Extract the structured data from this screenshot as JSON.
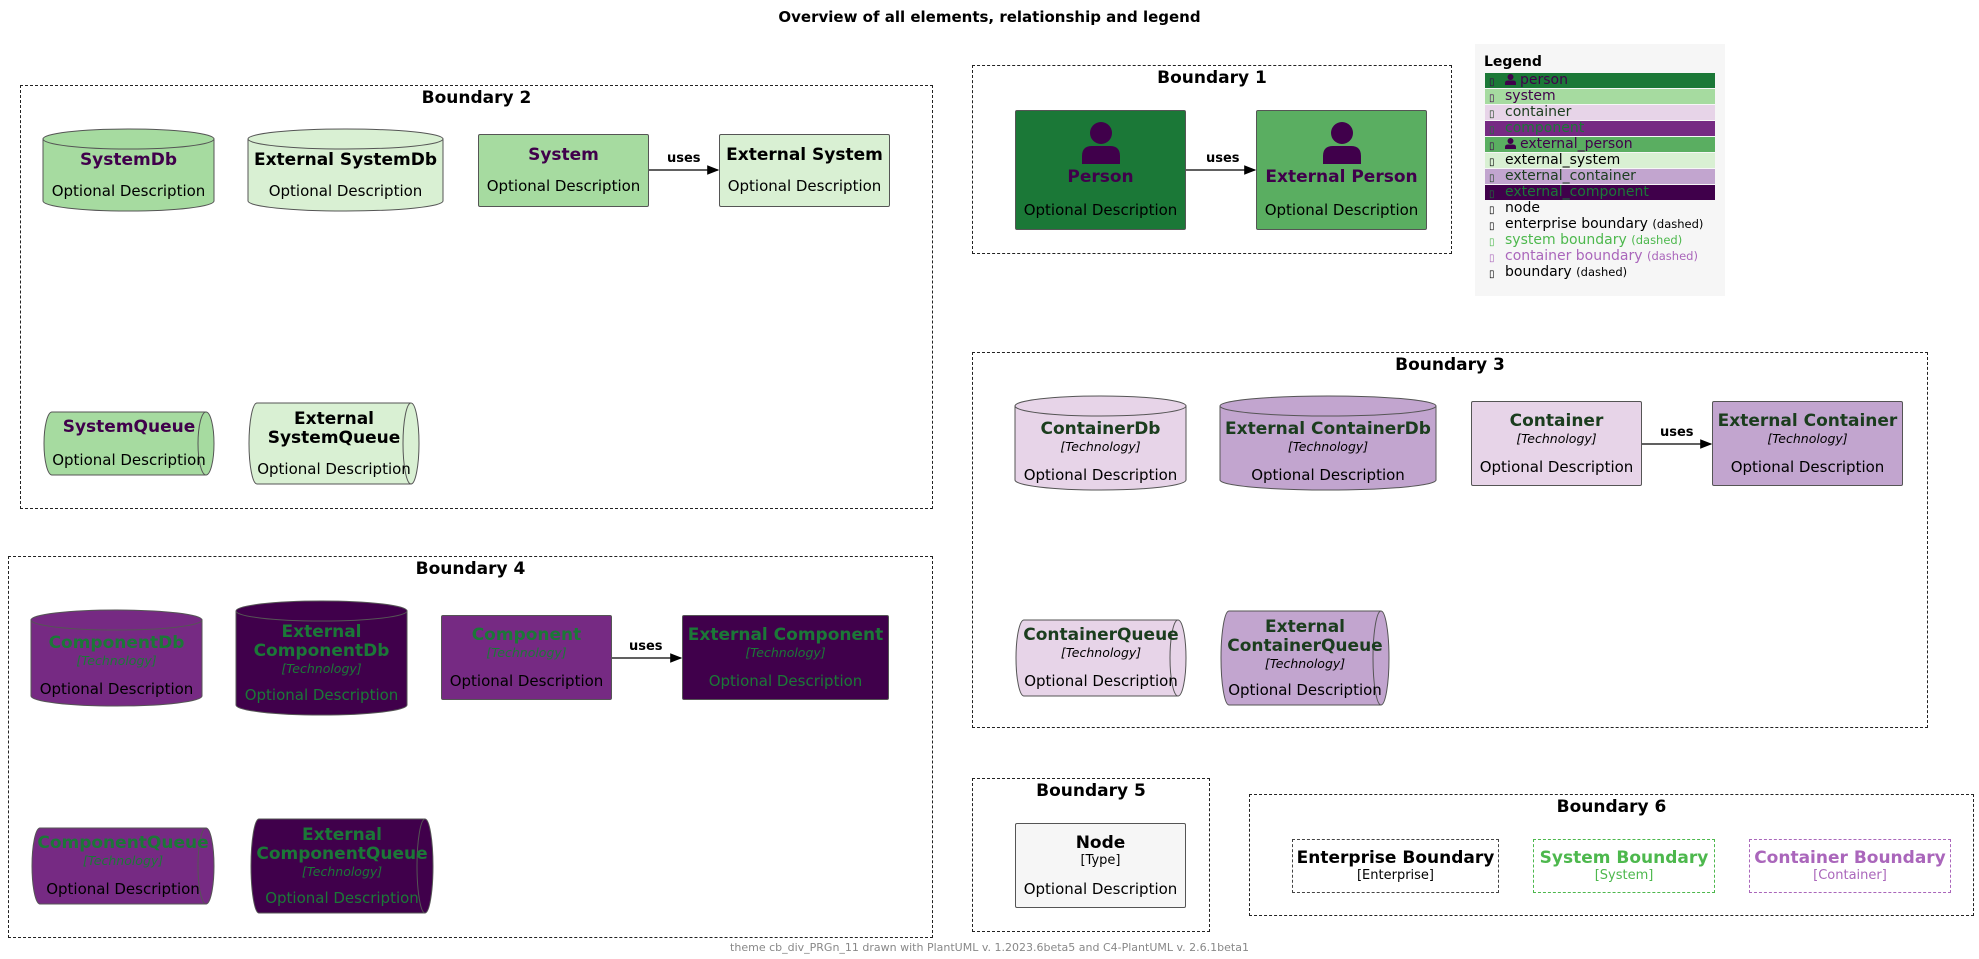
{
  "title": "Overview of all elements, relationship and legend",
  "footer": "theme cb_div_PRGn_11 drawn with PlantUML v. 1.2023.6beta5 and C4-PlantUML v. 2.6.1beta1",
  "colors": {
    "person": "#1b7837",
    "external_person": "#5aae61",
    "system": "#a6dba0",
    "external_system": "#d9f0d3",
    "container": "#e7d4e8",
    "external_container": "#c2a5cf",
    "component": "#762a83",
    "external_component": "#40004b",
    "dark_text": "#40004b",
    "green_text": "#1b7837",
    "system_boundary": "#4db84d",
    "container_boundary": "#aa66bb"
  },
  "relation_label": "uses",
  "boundaries": {
    "b1": "Boundary 1",
    "b2": "Boundary 2",
    "b3": "Boundary 3",
    "b4": "Boundary 4",
    "b5": "Boundary 5",
    "b6": "Boundary 6"
  },
  "elements": {
    "person": {
      "name": "Person",
      "description": "Optional Description"
    },
    "external_person": {
      "name": "External Person",
      "description": "Optional Description"
    },
    "system_db": {
      "name": "SystemDb",
      "description": "Optional Description"
    },
    "external_system_db": {
      "name": "External SystemDb",
      "description": "Optional Description"
    },
    "system": {
      "name": "System",
      "description": "Optional Description"
    },
    "external_system": {
      "name": "External System",
      "description": "Optional Description"
    },
    "system_queue": {
      "name": "SystemQueue",
      "description": "Optional Description"
    },
    "external_system_queue": {
      "name_line1": "External",
      "name_line2": "SystemQueue",
      "description": "Optional Description"
    },
    "container_db": {
      "name": "ContainerDb",
      "technology": "[Technology]",
      "description": "Optional Description"
    },
    "external_container_db": {
      "name": "External ContainerDb",
      "technology": "[Technology]",
      "description": "Optional Description"
    },
    "container": {
      "name": "Container",
      "technology": "[Technology]",
      "description": "Optional Description"
    },
    "external_container": {
      "name": "External Container",
      "technology": "[Technology]",
      "description": "Optional Description"
    },
    "container_queue": {
      "name": "ContainerQueue",
      "technology": "[Technology]",
      "description": "Optional Description"
    },
    "external_container_queue": {
      "name_line1": "External",
      "name_line2": "ContainerQueue",
      "technology": "[Technology]",
      "description": "Optional Description"
    },
    "component_db": {
      "name": "ComponentDb",
      "technology": "[Technology]",
      "description": "Optional Description"
    },
    "external_component_db": {
      "name_line1": "External",
      "name_line2": "ComponentDb",
      "technology": "[Technology]",
      "description": "Optional Description"
    },
    "component": {
      "name": "Component",
      "technology": "[Technology]",
      "description": "Optional Description"
    },
    "external_component": {
      "name": "External Component",
      "technology": "[Technology]",
      "description": "Optional Description"
    },
    "component_queue": {
      "name": "ComponentQueue",
      "technology": "[Technology]",
      "description": "Optional Description"
    },
    "external_component_queue": {
      "name_line1": "External",
      "name_line2": "ComponentQueue",
      "technology": "[Technology]",
      "description": "Optional Description"
    },
    "node": {
      "name": "Node",
      "type": "[Type]",
      "description": "Optional Description"
    },
    "enterprise_boundary": {
      "name": "Enterprise Boundary",
      "type": "[Enterprise]"
    },
    "system_boundary": {
      "name": "System Boundary",
      "type": "[System]"
    },
    "container_boundary": {
      "name": "Container Boundary",
      "type": "[Container]"
    }
  },
  "legend": {
    "title": "Legend",
    "swatch_glyph": "▯",
    "items": [
      {
        "label": "person",
        "icon": "person-icon"
      },
      {
        "label": "system"
      },
      {
        "label": "container"
      },
      {
        "label": "component"
      },
      {
        "label": "external_person",
        "icon": "person-icon"
      },
      {
        "label": "external_system"
      },
      {
        "label": "external_container"
      },
      {
        "label": "external_component"
      },
      {
        "label": "node"
      },
      {
        "label": "enterprise boundary",
        "suffix": "(dashed)"
      },
      {
        "label": "system boundary",
        "suffix": "(dashed)"
      },
      {
        "label": "container boundary",
        "suffix": "(dashed)"
      },
      {
        "label": "boundary",
        "suffix": "(dashed)"
      }
    ]
  }
}
